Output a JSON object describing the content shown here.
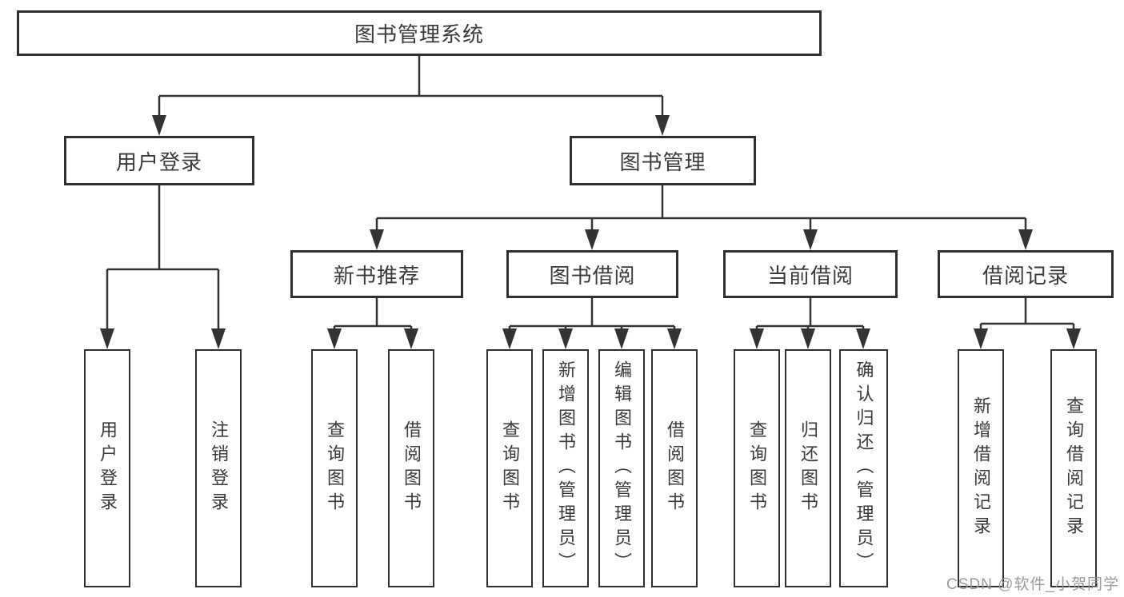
{
  "diagram": {
    "root": {
      "label": "图书管理系统"
    },
    "level2": [
      {
        "label": "用户登录"
      },
      {
        "label": "图书管理"
      }
    ],
    "level3": [
      {
        "label": "新书推荐"
      },
      {
        "label": "图书借阅"
      },
      {
        "label": "当前借阅"
      },
      {
        "label": "借阅记录"
      }
    ],
    "leaves": {
      "user_login": [
        "用户登录",
        "注销登录"
      ],
      "new_book": [
        "查询图书",
        "借阅图书"
      ],
      "book_borrow": [
        "查询图书",
        "新增图书（管理员）",
        "编辑图书（管理员）",
        "借阅图书"
      ],
      "current_borrow": [
        "查询图书",
        "归还图书",
        "确认归还（管理员）"
      ],
      "borrow_record": [
        "新增借阅记录",
        "查询借阅记录"
      ]
    }
  },
  "watermark": {
    "text": "CSDN @软件_小贺同学"
  },
  "colors": {
    "line": "#333333",
    "box_border": "#2f2f2f",
    "text": "#3a3a3a",
    "watermark": "#969696",
    "background": "#ffffff"
  }
}
